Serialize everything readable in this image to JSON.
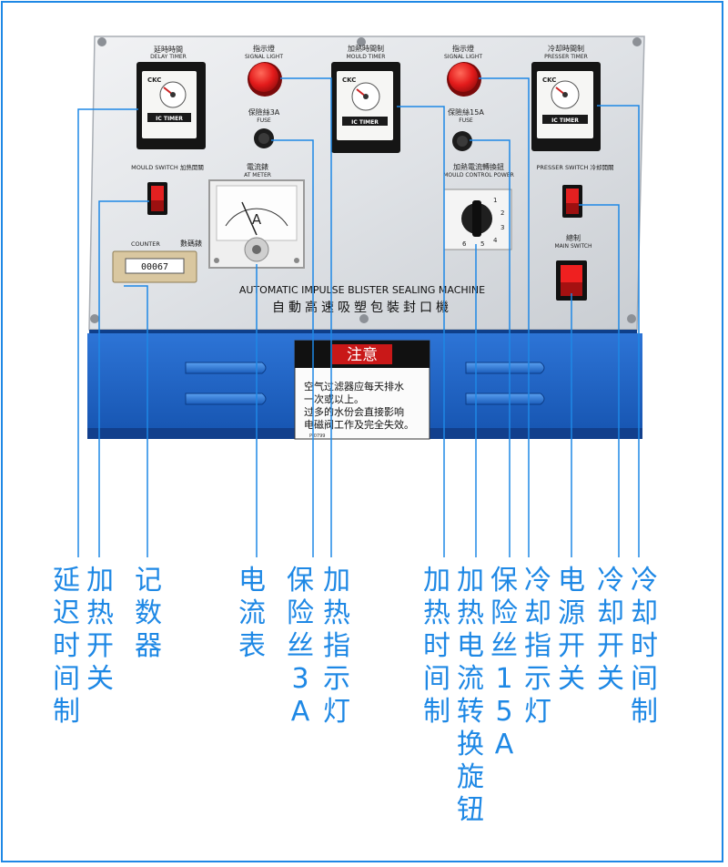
{
  "colors": {
    "accent": "#1e88e5",
    "panel": "#dcdfe3",
    "base": "#1d63c4",
    "signal": "#e31b1b"
  },
  "panel_text": {
    "delay_timer_cn": "延時時間",
    "delay_timer_en": "DELAY TIMER",
    "signal_light_cn": "指示燈",
    "signal_light_en": "SIGNAL LIGHT",
    "mould_timer_cn": "加熱時間制",
    "mould_timer_en": "MOULD TIMER",
    "presser_timer_cn": "冷却時間制",
    "presser_timer_en": "PRESSER TIMER",
    "fuse_3a_cn": "保險絲3A",
    "fuse_15a_cn": "保險絲15A",
    "fuse_en": "FUSE",
    "mould_switch": "MOULD SWITCH 加熱開關",
    "presser_switch": "PRESSER SWITCH 冷却開關",
    "ammeter_cn": "電流錶",
    "ammeter_en": "AT METER",
    "ammeter_unit": "A",
    "mould_control_power_cn": "加熱電流轉換鈕",
    "mould_control_power_en": "MOULD CONTROL POWER",
    "main_switch_cn": "總制",
    "main_switch_en": "MAIN SWITCH",
    "counter_en": "COUNTER",
    "counter_cn": "數碼錶",
    "counter_value": "00067",
    "timer_brand": "CKC",
    "timer_model": "IC TIMER",
    "machine_name_en": "AUTOMATIC IMPULSE BLISTER SEALING MACHINE",
    "machine_name_cn": "自動高速吸塑包裝封口機",
    "notice_title": "注意",
    "notice_line1": "空气过滤器应每天排水",
    "notice_line2": "一次或以上。",
    "notice_line3": "过多的水份会直接影响",
    "notice_line4": "电磁阀工作及完全失效。",
    "notice_code": "P-0799"
  },
  "callouts": [
    {
      "id": "delay-timer",
      "text": "延迟时间制"
    },
    {
      "id": "heat-switch",
      "text": "加热开关"
    },
    {
      "id": "counter",
      "text": "记数器"
    },
    {
      "id": "ammeter",
      "text": "电流表"
    },
    {
      "id": "fuse-3a",
      "text": "保险丝3A"
    },
    {
      "id": "heat-light",
      "text": "加热指示灯"
    },
    {
      "id": "heat-timer",
      "text": "加热时间制"
    },
    {
      "id": "heat-knob",
      "text": "加热电流转换旋钮"
    },
    {
      "id": "fuse-15a",
      "text": "保险丝15A"
    },
    {
      "id": "cool-light",
      "text": "冷却指示灯"
    },
    {
      "id": "power-switch",
      "text": "电源开关"
    },
    {
      "id": "cool-switch",
      "text": "冷却开关"
    },
    {
      "id": "cool-timer",
      "text": "冷却时间制"
    }
  ]
}
